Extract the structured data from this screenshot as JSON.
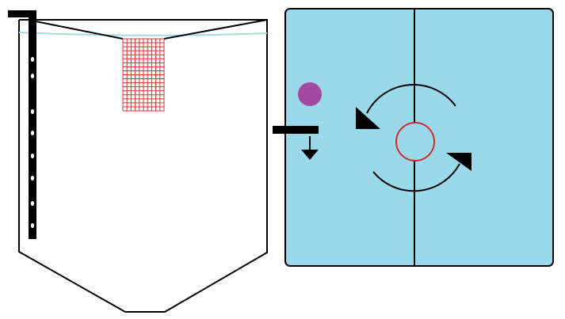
{
  "colors": {
    "tank_outline": "#000000",
    "water_line": "#a8d8e8",
    "mesh": "#e03030",
    "basin_fill": "#9ad9ea",
    "particle": "#a349a4",
    "center_ring": "#d42a2a"
  },
  "icons": {
    "probe": "probe-bar-icon",
    "rotation": "rotation-arrows-icon",
    "down_arrow": "arrow-down-icon"
  },
  "mesh_grid": {
    "columns": 10,
    "rows": 18
  },
  "probe_holes": 8
}
